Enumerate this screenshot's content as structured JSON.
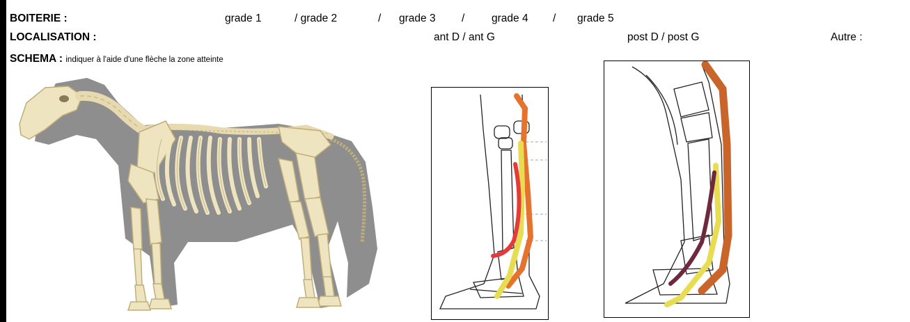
{
  "boiterie": {
    "label": "BOITERIE :",
    "grades": [
      "grade 1",
      "/ grade 2",
      "/",
      "grade 3",
      "/",
      "grade 4",
      "/",
      "grade 5"
    ]
  },
  "localisation": {
    "label": "LOCALISATION :",
    "ant": "ant D   / ant G",
    "post": "post D  /  post G",
    "other": "Autre :"
  },
  "schema": {
    "label": "SCHEMA :",
    "instruction": "indiquer à l'aide d'une flèche la zone atteinte"
  },
  "colors": {
    "bone": "#efe4c0",
    "bone_stroke": "#bfae7a",
    "shadow": "#8e8e8e",
    "orange": "#e5732d",
    "yellow": "#e8dc52",
    "red": "#e43a3a",
    "purple": "#6e2a3c"
  }
}
